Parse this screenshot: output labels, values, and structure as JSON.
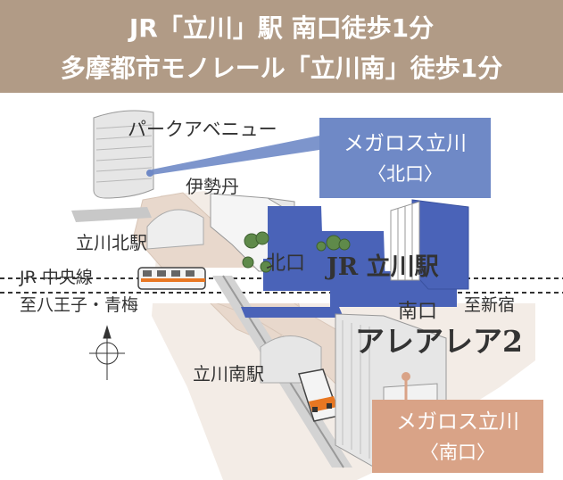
{
  "header": {
    "line1": "JR「立川」駅 南口徒歩1分",
    "line2": "多摩都市モノレール「立川南」徒歩1分"
  },
  "labels": {
    "park_avenue": "パークアベニュー",
    "isetan": "伊勢丹",
    "tachikawa_kita_station": "立川北駅",
    "jr_chuo_line": "JR 中央線",
    "to_hachioji_ome": "至八王子・青梅",
    "kitaguchi": "北口",
    "jr_tachikawa_station": "JR 立川駅",
    "minamiguchi": "南口",
    "to_shinjuku": "至新宿",
    "arearea2": "アレアレア2",
    "tachikawa_minami_station": "立川南駅"
  },
  "callouts": {
    "north": {
      "line1": "メガロス立川",
      "line2": "〈北口〉",
      "color": "#6f89c6"
    },
    "south": {
      "line1": "メガロス立川",
      "line2": "〈南口〉",
      "color": "#d9a387"
    }
  },
  "colors": {
    "header_bg": "#b19b86",
    "station_blue": "#4a63b8",
    "plaza": "#e8d8cc"
  }
}
